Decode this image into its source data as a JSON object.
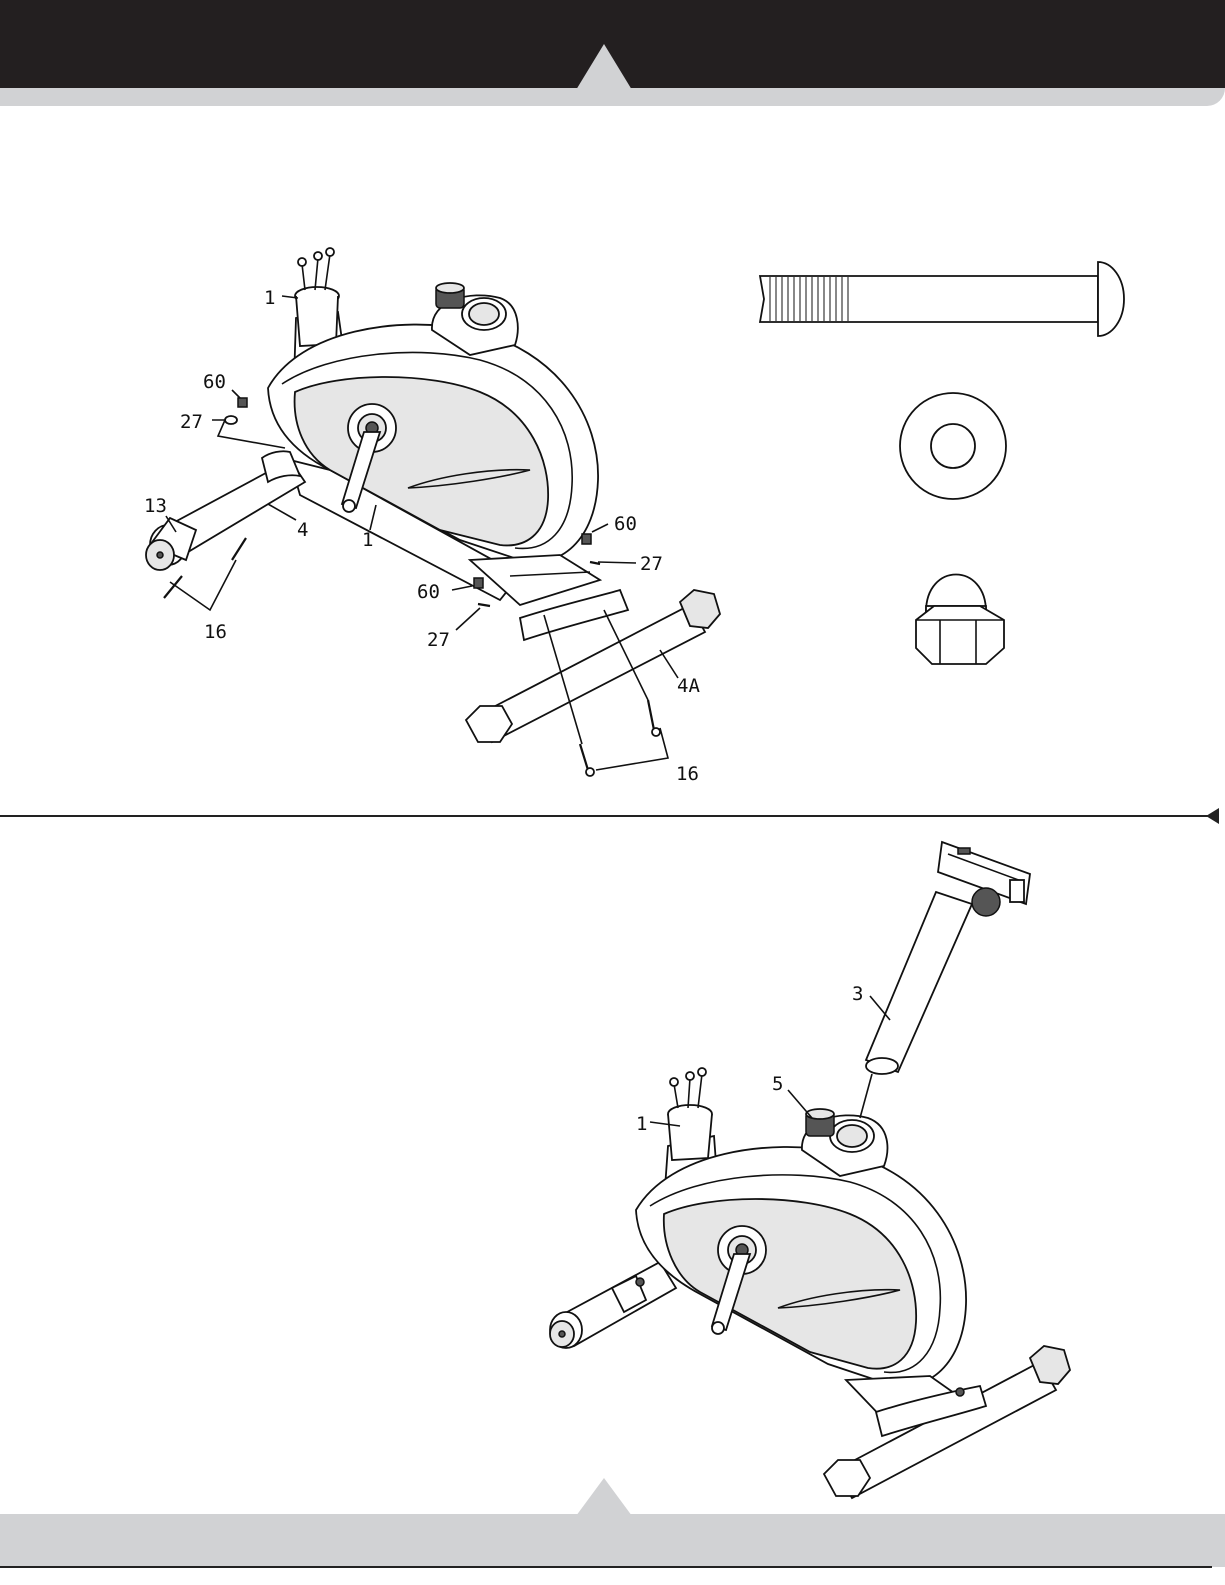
{
  "footer": {
    "link_text": ""
  },
  "step_top": {
    "callouts": {
      "c1a": "1",
      "c60a": "60",
      "c27a": "27",
      "c13": "13",
      "c4": "4",
      "c1b": "1",
      "c16a": "16",
      "c60b": "60",
      "c27b": "27",
      "c60c": "60",
      "c27c": "27",
      "c4a": "4A",
      "c16b": "16"
    }
  },
  "step_bottom": {
    "callouts": {
      "c3": "3",
      "c5": "5",
      "c1": "1"
    }
  },
  "icons": {
    "bolt": "carriage-bolt-icon",
    "washer": "flat-washer-icon",
    "nut": "acorn-nut-icon"
  }
}
